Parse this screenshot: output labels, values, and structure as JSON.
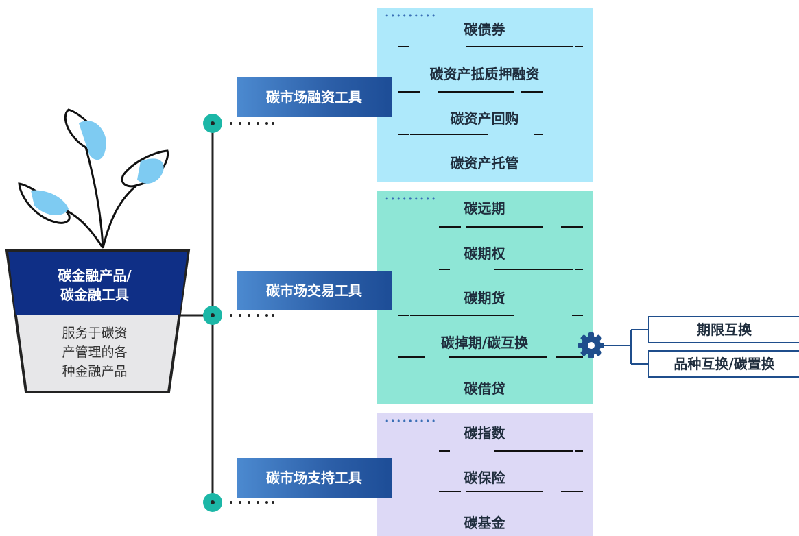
{
  "pot": {
    "title_line1": "碳金融产品/",
    "title_line2": "碳金融工具",
    "desc_line1": "服务于碳资",
    "desc_line2": "产管理的各",
    "desc_line3": "种金融产品"
  },
  "categories": [
    {
      "label": "碳市场融资工具"
    },
    {
      "label": "碳市场交易工具"
    },
    {
      "label": "碳市场支持工具"
    }
  ],
  "panels": [
    {
      "color": "#aee9fb",
      "items": [
        "碳债券",
        "碳资产抵质押融资",
        "碳资产回购",
        "碳资产托管"
      ]
    },
    {
      "color": "#8ee6d6",
      "items": [
        "碳远期",
        "碳期权",
        "碳期货",
        "碳掉期/碳互换",
        "碳借贷"
      ]
    },
    {
      "color": "#ddd9f6",
      "items": [
        "碳指数",
        "碳保险",
        "碳基金"
      ]
    }
  ],
  "swaps": [
    "期限互换",
    "品种互换/碳置换"
  ],
  "colors": {
    "teal": "#1cb7a7",
    "navy": "#0f2f86",
    "gear": "#1f4e8c"
  }
}
